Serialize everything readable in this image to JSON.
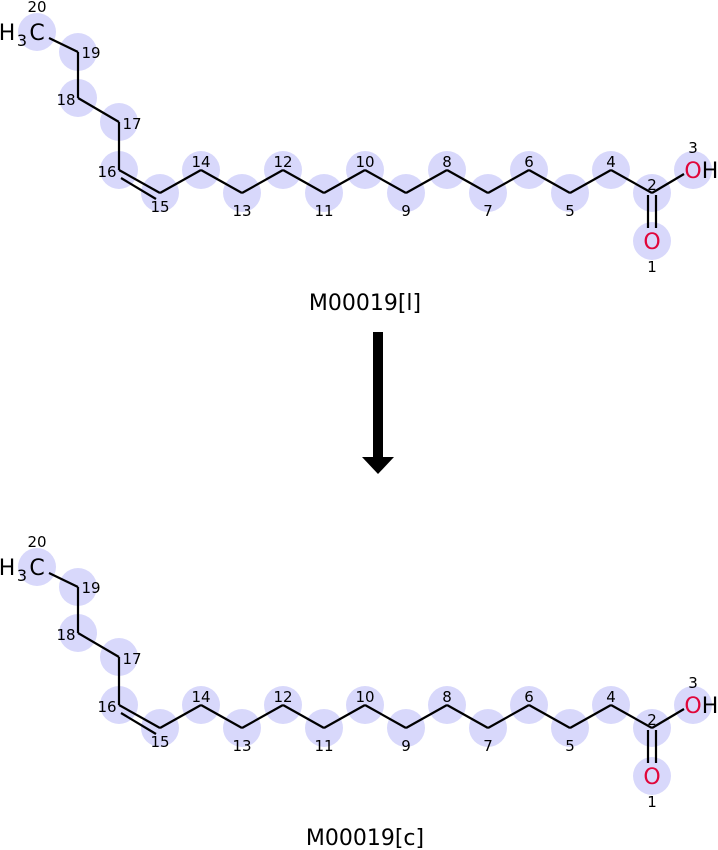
{
  "colors": {
    "highlight": "#d8d8fb",
    "bond": "#000000",
    "oxygen": "#e0063a",
    "text": "#000000"
  },
  "molecules": [
    {
      "caption": "M00019[l]",
      "atoms": {
        "a1": "1",
        "a2": "2",
        "a3": "3",
        "a4": "4",
        "a5": "5",
        "a6": "6",
        "a7": "7",
        "a8": "8",
        "a9": "9",
        "a10": "10",
        "a11": "11",
        "a12": "12",
        "a13": "13",
        "a14": "14",
        "a15": "15",
        "a16": "16",
        "a17": "17",
        "a18": "18",
        "a19": "19",
        "a20": "20"
      },
      "labels": {
        "methyl_h": "H",
        "methyl_sub": "3",
        "methyl_c": "C",
        "carbonyl_o": "O",
        "hydroxyl_o": "O",
        "hydroxyl_h": "H"
      }
    },
    {
      "caption": "M00019[c]",
      "atoms": {
        "a1": "1",
        "a2": "2",
        "a3": "3",
        "a4": "4",
        "a5": "5",
        "a6": "6",
        "a7": "7",
        "a8": "8",
        "a9": "9",
        "a10": "10",
        "a11": "11",
        "a12": "12",
        "a13": "13",
        "a14": "14",
        "a15": "15",
        "a16": "16",
        "a17": "17",
        "a18": "18",
        "a19": "19",
        "a20": "20"
      },
      "labels": {
        "methyl_h": "H",
        "methyl_sub": "3",
        "methyl_c": "C",
        "carbonyl_o": "O",
        "hydroxyl_o": "O",
        "hydroxyl_h": "H"
      }
    }
  ],
  "arrow": {
    "direction": "down"
  }
}
